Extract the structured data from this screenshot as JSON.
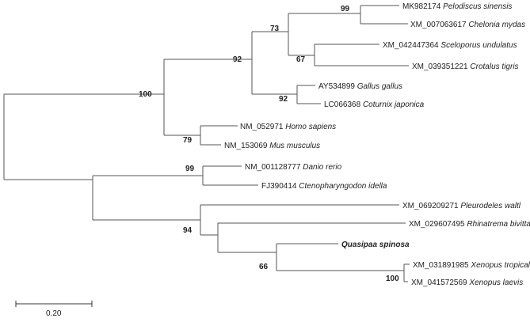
{
  "taxa": [
    {
      "accession": "MK982174",
      "species": "Pelodiscus sinensis"
    },
    {
      "accession": "XM_007063617",
      "species": "Chelonia mydas"
    },
    {
      "accession": "XM_042447364",
      "species": "Sceloporus undulatus"
    },
    {
      "accession": "XM_039351221",
      "species": "Crotalus tigris"
    },
    {
      "accession": "AY534899",
      "species": "Gallus gallus"
    },
    {
      "accession": "LC066368",
      "species": "Coturnix japonica"
    },
    {
      "accession": "NM_052971",
      "species": "Homo sapiens"
    },
    {
      "accession": "NM_153069",
      "species": "Mus musculus"
    },
    {
      "accession": "NM_001128777",
      "species": "Danio rerio"
    },
    {
      "accession": "FJ390414",
      "species": "Ctenopharyngodon idella"
    },
    {
      "accession": "XM_069209271",
      "species": "Pleurodeles waltl"
    },
    {
      "accession": "XM_029607495",
      "species": "Rhinatrema bivittatum"
    },
    {
      "accession": "",
      "species": "Quasipaa spinosa",
      "highlight": true
    },
    {
      "accession": "XM_031891985",
      "species": "Xenopus tropicalis"
    },
    {
      "accession": "XM_041572569",
      "species": "Xenopus laevis"
    }
  ],
  "bootstrap": [
    "99",
    "73",
    "67",
    "92",
    "92",
    "100",
    "79",
    "99",
    "94",
    "66",
    "100"
  ],
  "scale_bar": {
    "label": "0.20"
  }
}
